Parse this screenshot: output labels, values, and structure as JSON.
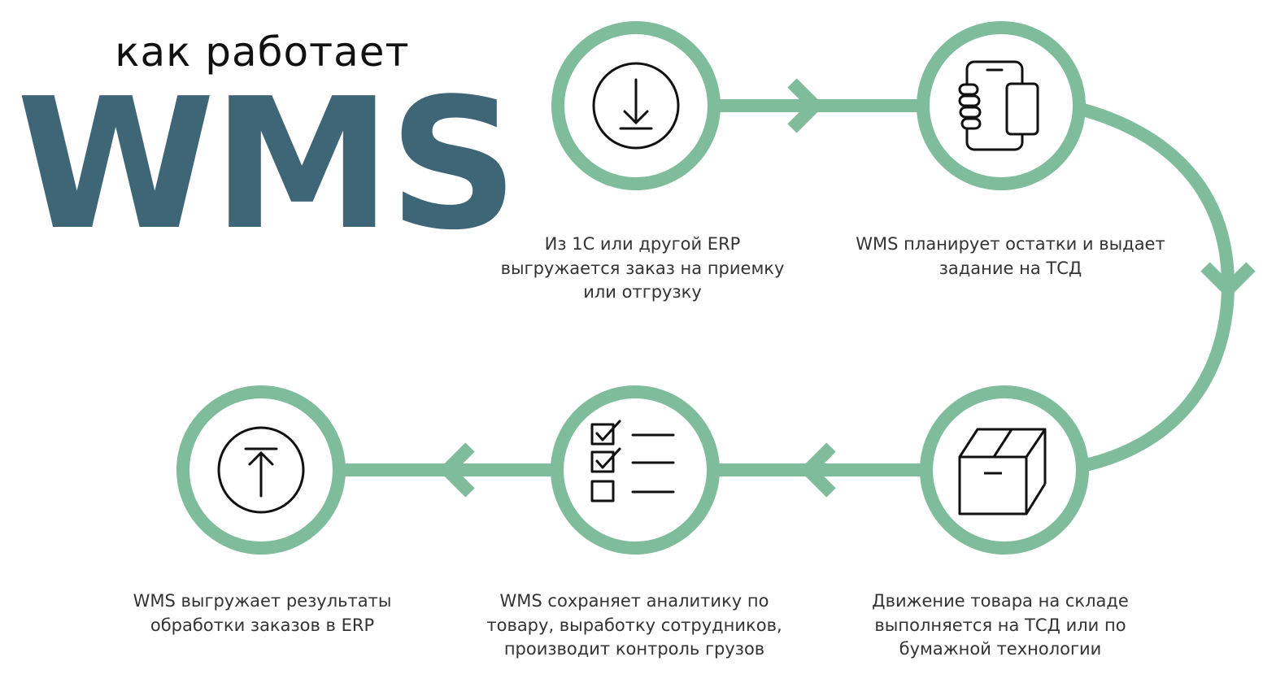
{
  "header": {
    "subtitle": "как работает",
    "title": "WMS"
  },
  "colors": {
    "accent": "#7fbc9c",
    "title": "#3f6676",
    "icon": "#111111",
    "text": "#333333"
  },
  "steps": [
    {
      "icon": "download-icon",
      "lines": [
        "Из 1С или другой ERP",
        "выгружается заказ на приемку",
        "или отгрузку"
      ]
    },
    {
      "icon": "mobile-device-icon",
      "lines": [
        "WMS планирует остатки и выдает",
        "задание на ТСД"
      ]
    },
    {
      "icon": "box-icon",
      "lines": [
        "Движение товара на складе",
        "выполняется на ТСД или по",
        "бумажной технологии"
      ]
    },
    {
      "icon": "checklist-icon",
      "lines": [
        "WMS сохраняет аналитику по",
        "товару, выработку сотрудников,",
        "производит контроль грузов"
      ]
    },
    {
      "icon": "upload-icon",
      "lines": [
        "WMS выгружает результаты",
        "обработки заказов в ERP"
      ]
    }
  ]
}
